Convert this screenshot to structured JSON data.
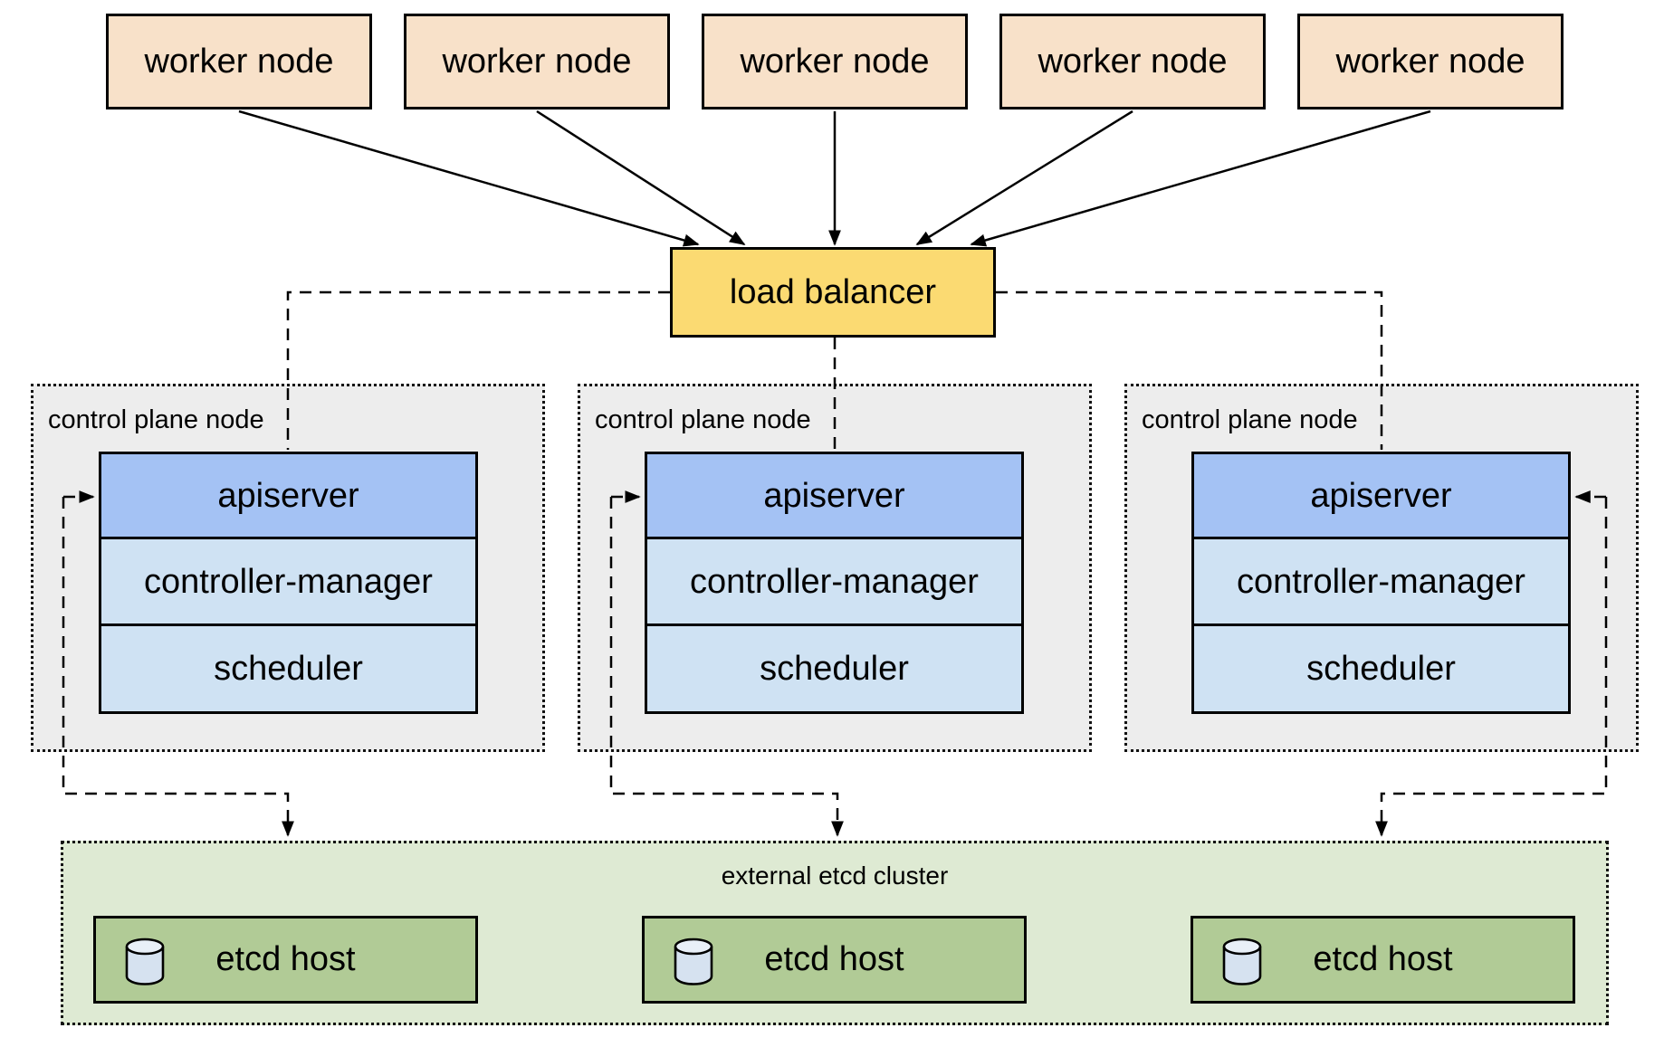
{
  "workers": {
    "items": [
      {
        "label": "worker node"
      },
      {
        "label": "worker node"
      },
      {
        "label": "worker node"
      },
      {
        "label": "worker node"
      },
      {
        "label": "worker node"
      }
    ]
  },
  "load_balancer": {
    "label": "load balancer"
  },
  "control_planes": {
    "items": [
      {
        "label": "control plane node",
        "components": [
          {
            "label": "apiserver"
          },
          {
            "label": "controller-manager"
          },
          {
            "label": "scheduler"
          }
        ]
      },
      {
        "label": "control plane node",
        "components": [
          {
            "label": "apiserver"
          },
          {
            "label": "controller-manager"
          },
          {
            "label": "scheduler"
          }
        ]
      },
      {
        "label": "control plane node",
        "components": [
          {
            "label": "apiserver"
          },
          {
            "label": "controller-manager"
          },
          {
            "label": "scheduler"
          }
        ]
      }
    ]
  },
  "etcd": {
    "cluster_label": "external etcd cluster",
    "hosts": [
      {
        "label": "etcd host",
        "icon": "database-cylinder-icon"
      },
      {
        "label": "etcd host",
        "icon": "database-cylinder-icon"
      },
      {
        "label": "etcd host",
        "icon": "database-cylinder-icon"
      }
    ]
  },
  "colors": {
    "worker_fill": "#f8e1c9",
    "lb_fill": "#fbda72",
    "apiserver_fill": "#a4c2f4",
    "component_fill": "#cfe2f3",
    "cp_fill": "#ededed",
    "cluster_fill": "#deead3",
    "host_fill": "#b1cb96",
    "cyl_body": "#d6e2f0",
    "cyl_top": "#e9f0f8",
    "line": "#000000"
  }
}
